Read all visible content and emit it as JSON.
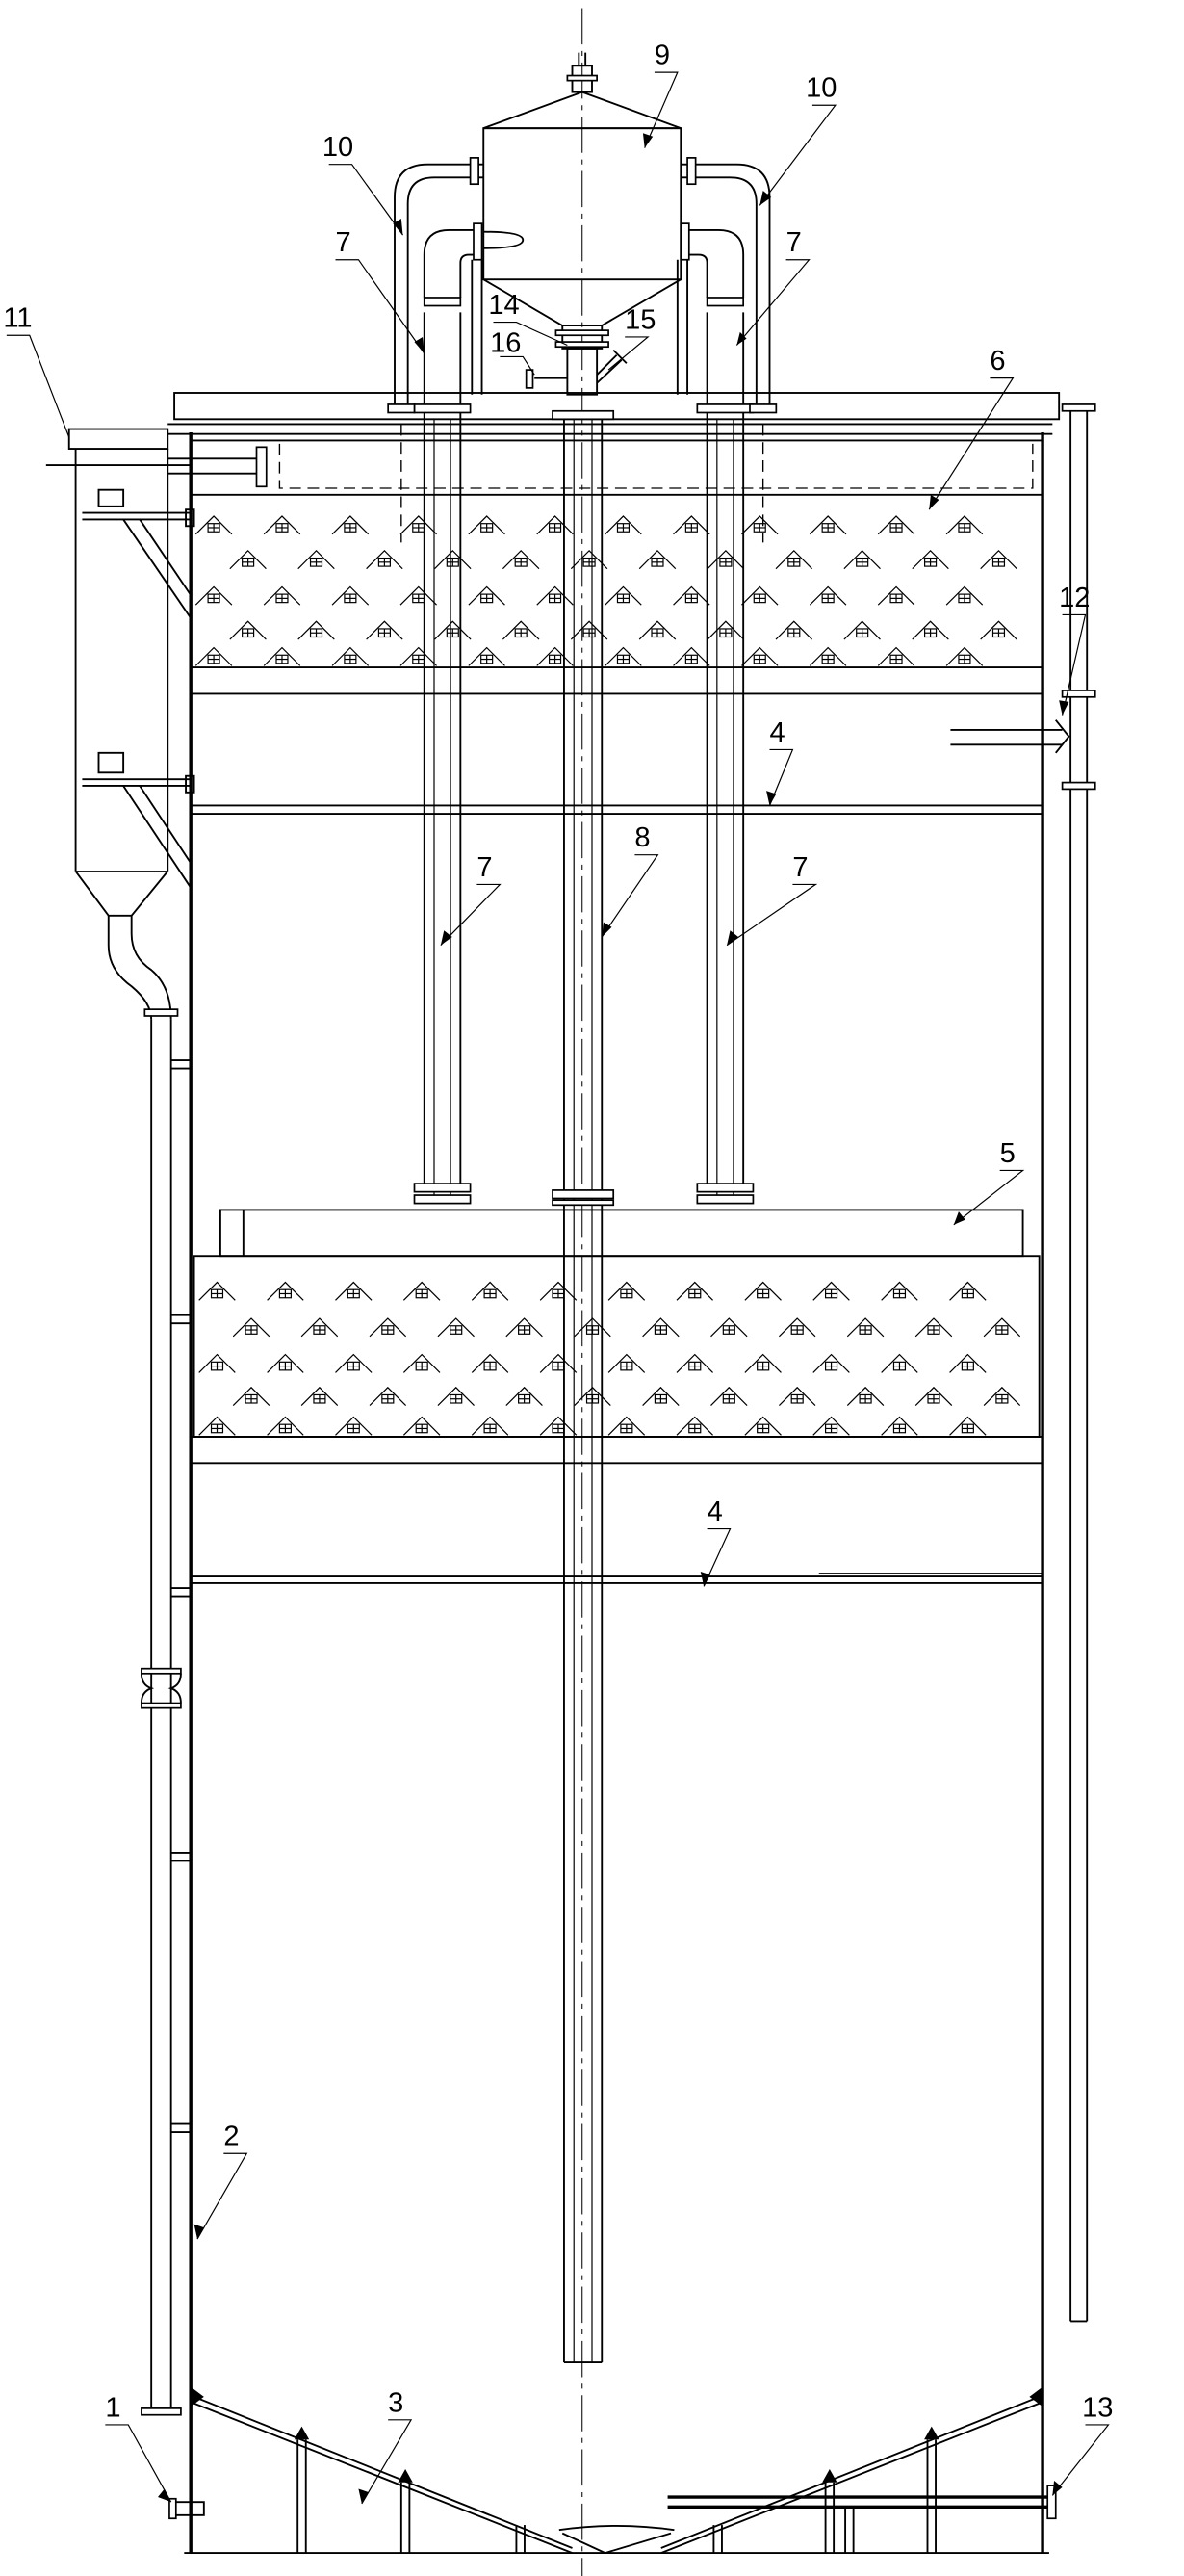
{
  "labels": {
    "l1": "1",
    "l2": "2",
    "l3": "3",
    "l4a": "4",
    "l4b": "4",
    "l5": "5",
    "l6": "6",
    "l7a": "7",
    "l7b": "7",
    "l7c": "7",
    "l7d": "7",
    "l8": "8",
    "l9": "9",
    "l10a": "10",
    "l10b": "10",
    "l11": "11",
    "l12": "12",
    "l13": "13",
    "l14": "14",
    "l15": "15",
    "l16": "16"
  }
}
